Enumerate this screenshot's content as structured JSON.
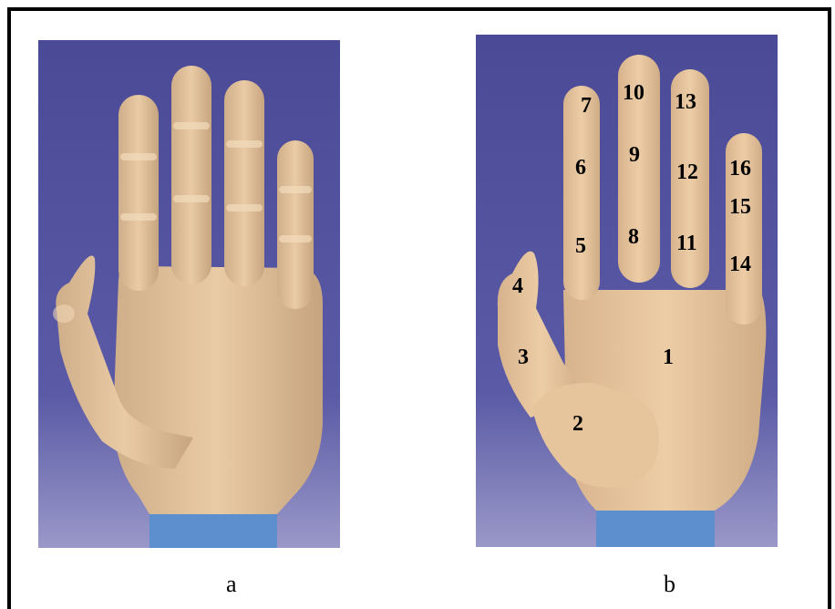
{
  "captions": {
    "a": "a",
    "b": "b"
  },
  "segment_labels": [
    "1",
    "2",
    "3",
    "4",
    "5",
    "6",
    "7",
    "8",
    "9",
    "10",
    "11",
    "12",
    "13",
    "14",
    "15",
    "16"
  ],
  "colors": {
    "background_top": "#4a4a96",
    "background_bottom": "#8f8fc8",
    "skin": "#e8c9a2",
    "skin_shadow": "#c9a684",
    "sleeve": "#5d8fcf",
    "border": "#000000"
  }
}
